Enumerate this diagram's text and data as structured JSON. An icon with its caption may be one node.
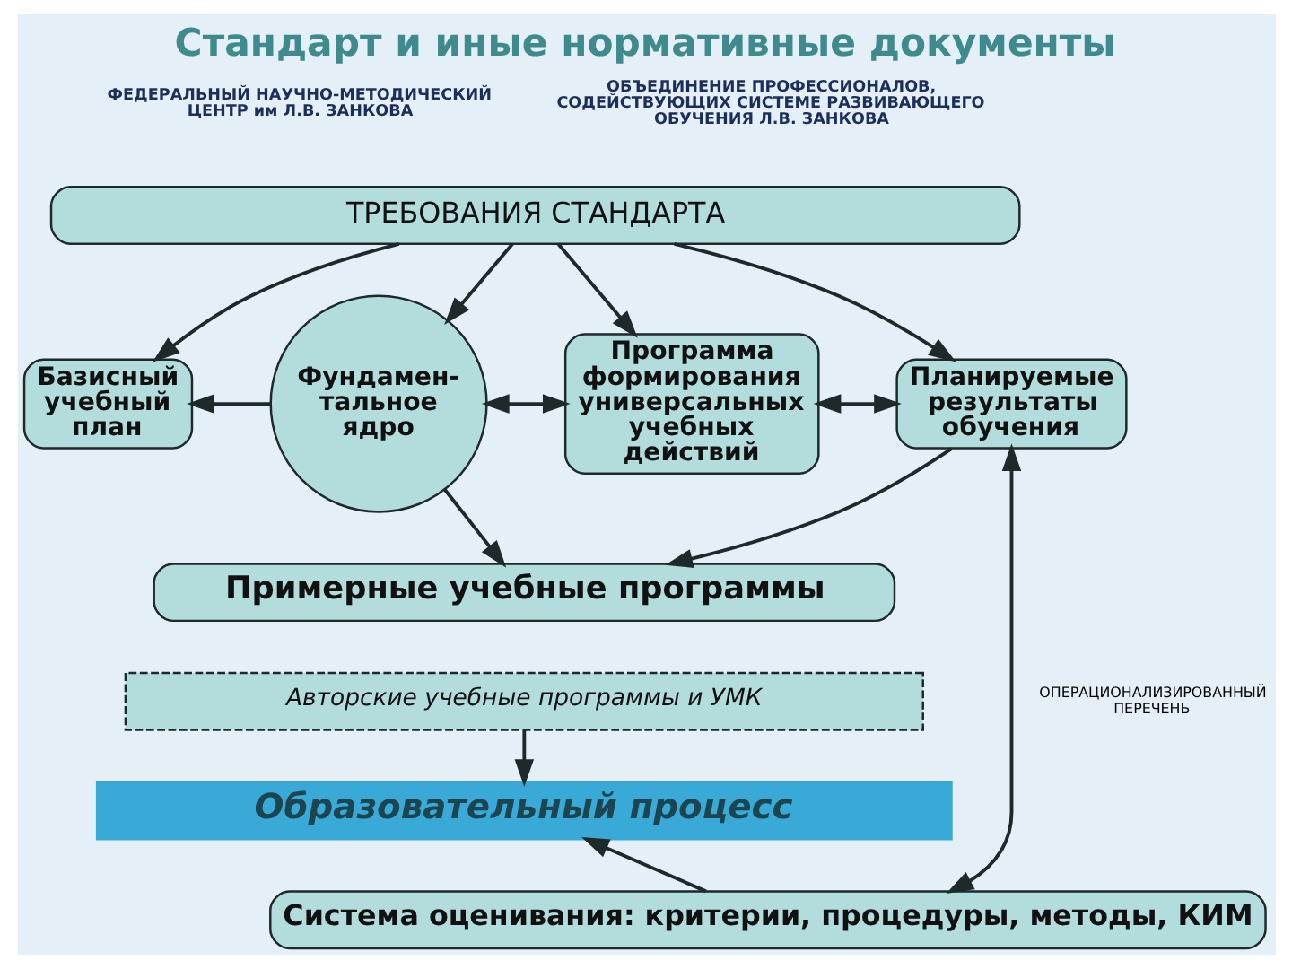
{
  "diagram": {
    "title": "Стандарт и иные нормативные документы",
    "nodes": [
      {
        "text": [
          "ТРЕБОВАНИЯ СТАНДАРТА"
        ]
      },
      {
        "text": [
          "Базисный учебный план"
        ]
      },
      {
        "text": [
          "Фундамен-тальное ядро"
        ]
      },
      {
        "text": [
          "Программа формирования универсальных учебных действий"
        ]
      },
      {
        "text": [
          "Планируемые результаты обучения"
        ]
      },
      {
        "text": [
          "Примерные учебные программы"
        ]
      },
      {
        "text": [
          "Авторские учебные программы и УМК"
        ]
      },
      {
        "text": [
          "Образовательный процесс"
        ]
      },
      {
        "text": [
          "Система оценивания: критерии, процедуры, методы, КИМ"
        ]
      }
    ],
    "edges": [
      {
        "from": 0,
        "to": 1,
        "arrow": "to"
      },
      {
        "from": 0,
        "to": 2,
        "arrow": "to"
      },
      {
        "from": 0,
        "to": 3,
        "arrow": "to"
      },
      {
        "from": 0,
        "to": 4,
        "arrow": "to"
      },
      {
        "from": 2,
        "to": 1,
        "arrow": "to"
      },
      {
        "from": 2,
        "to": 3,
        "arrow": "both"
      },
      {
        "from": 3,
        "to": 4,
        "arrow": "both"
      },
      {
        "from": 2,
        "to": 5,
        "arrow": "to"
      },
      {
        "from": 4,
        "to": 5,
        "arrow": "to"
      },
      {
        "from": 6,
        "to": 7,
        "arrow": "to"
      },
      {
        "from": 8,
        "to": 7,
        "arrow": "to"
      },
      {
        "from": 4,
        "to": 8,
        "arrow": "both",
        "label": "ОПЕРАЦИОНАЛИЗИРОВАННЫЙ ПЕРЕЧЕНЬ"
      }
    ],
    "labels": [
      "ФЕДЕРАЛЬНЫЙ НАУЧНО-МЕТОДИЧЕСКИЙ ЦЕНТР им Л.В. ЗАНКОВА",
      "ОБЪЕДИНЕНИЕ ПРОФЕССИОНАЛОВ, СОДЕЙСТВУЮЩИХ СИСТЕМЕ РАЗВИВАЮЩЕГО ОБУЧЕНИЯ Л.В. ЗАНКОВА"
    ]
  }
}
